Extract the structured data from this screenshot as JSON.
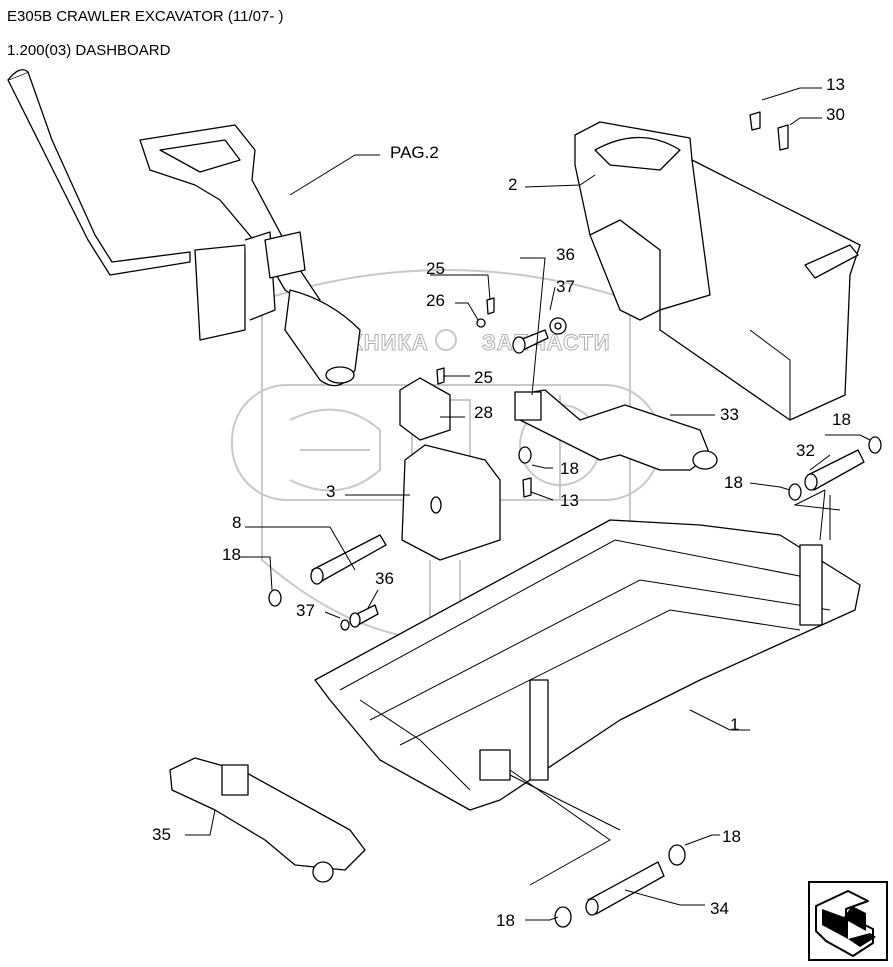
{
  "header": {
    "title": "E305B CRAWLER EXCAVATOR (11/07- )",
    "subtitle": "1.200(03) DASHBOARD"
  },
  "watermark": {
    "left_text": "ТЕХНИКА",
    "right_text": "ЗАПЧАСТИ"
  },
  "callouts": {
    "ref_pag2": "PAG.2",
    "p1": "1",
    "p2": "2",
    "p3": "3",
    "p8": "8",
    "p13_top": "13",
    "p13_mid": "13",
    "p18_a": "18",
    "p18_b": "18",
    "p18_c": "18",
    "p18_d": "18",
    "p18_e": "18",
    "p18_f": "18",
    "p25_a": "25",
    "p25_b": "25",
    "p26": "26",
    "p28": "28",
    "p30": "30",
    "p32": "32",
    "p33": "33",
    "p34": "34",
    "p35": "35",
    "p36_a": "36",
    "p36_b": "36",
    "p37_a": "37",
    "p37_b": "37"
  },
  "nav": {
    "icon": "next-page-arrow-icon"
  }
}
